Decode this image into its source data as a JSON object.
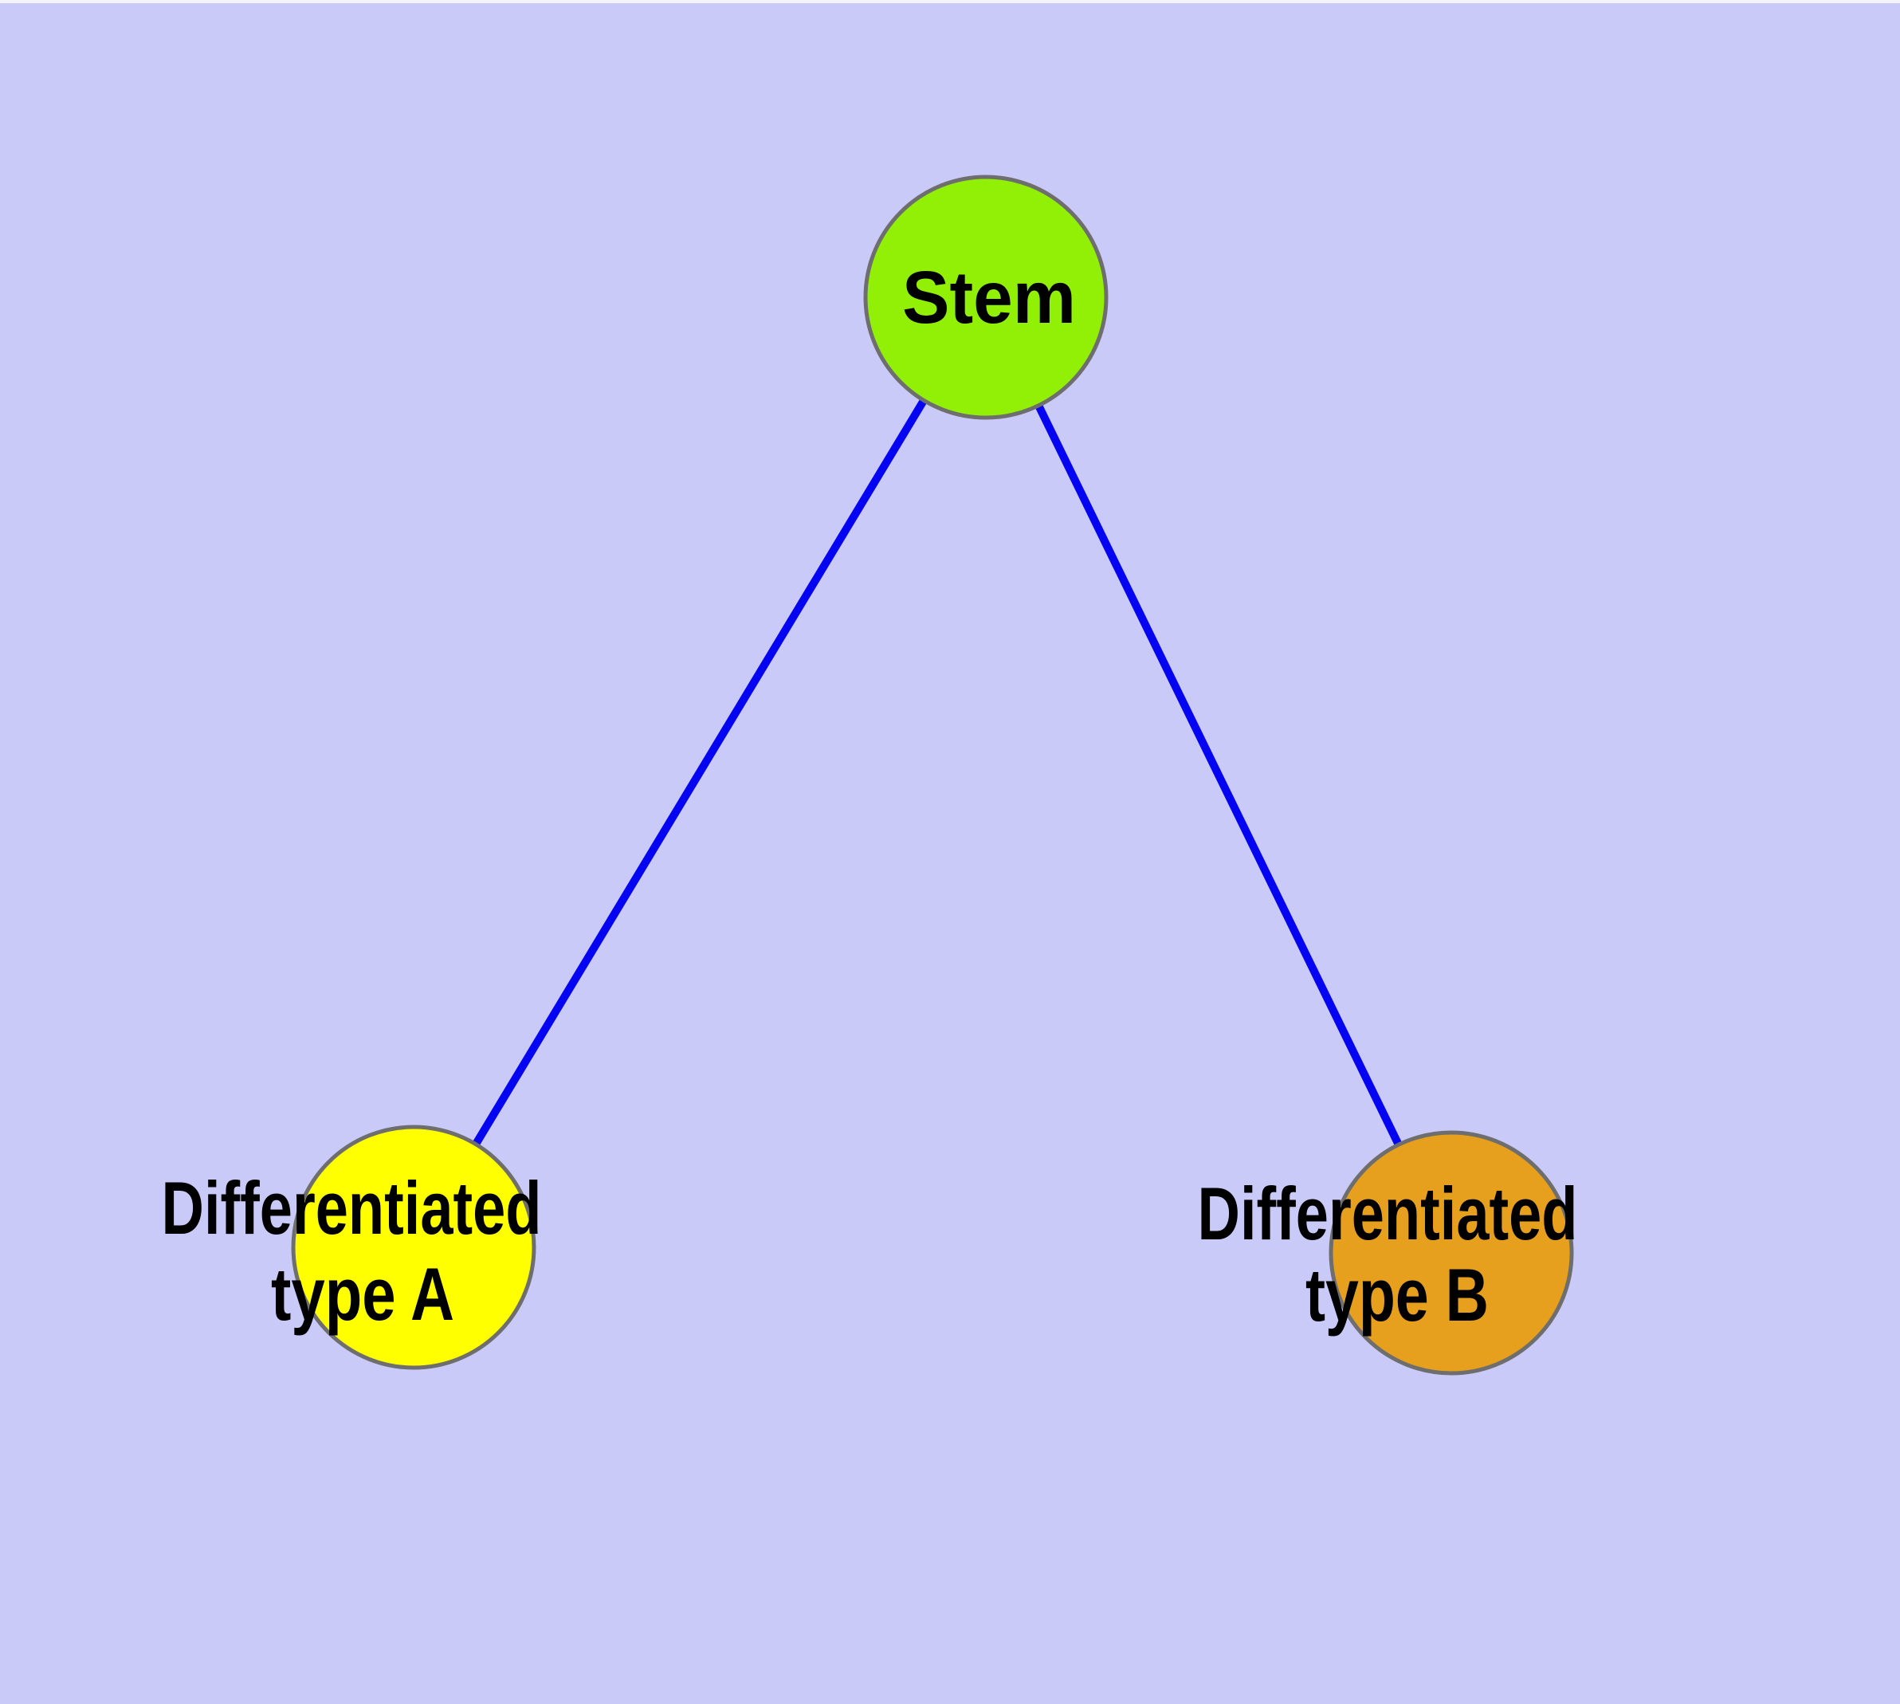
{
  "diagram": {
    "title": "",
    "background_color": "#CACAF8",
    "top_strip_color": "#F3F3F9",
    "edge_color": "#0404F2",
    "node_border_color": "#6E6E6E",
    "label_color": "#000000",
    "nodes": [
      {
        "id": "stem",
        "label": "Stem",
        "fill": "#91F005"
      },
      {
        "id": "differentiated-type-a",
        "label_line1": "Differentiated",
        "label_line2": "type A",
        "fill": "#FFFF00"
      },
      {
        "id": "differentiated-type-b",
        "label_line1": "Differentiated",
        "label_line2": "type B",
        "fill": "#E6A01E"
      }
    ],
    "edges": [
      {
        "from": "Stem",
        "to": "Differentiated type A"
      },
      {
        "from": "Stem",
        "to": "Differentiated type B"
      }
    ]
  }
}
